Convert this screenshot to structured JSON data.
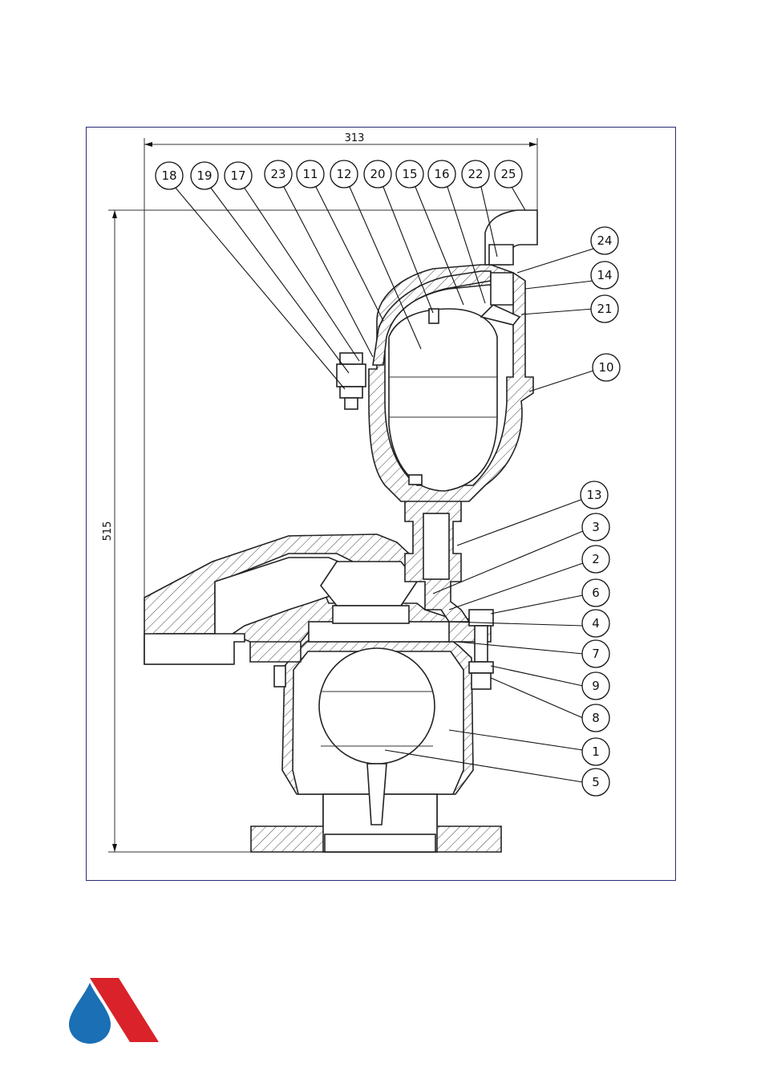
{
  "dimensions": {
    "width_label": "313",
    "height_label": "515"
  },
  "callouts_top": [
    "18",
    "19",
    "17",
    "23",
    "11",
    "12",
    "20",
    "15",
    "16",
    "22",
    "25"
  ],
  "callouts_right": [
    "24",
    "14",
    "21",
    "10",
    "13",
    "3",
    "2",
    "6",
    "4",
    "7",
    "9",
    "8",
    "1",
    "5"
  ],
  "colors": {
    "frame": "#2b2b7a",
    "logo_blue": "#1a6fb5",
    "logo_red": "#d9222a"
  },
  "logo": {
    "icon": "water-drop-and-red-stripe-logo"
  }
}
